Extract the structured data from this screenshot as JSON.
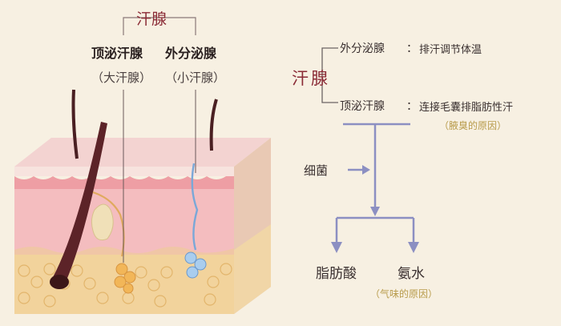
{
  "left_diagram": {
    "title": "汗腺",
    "apocrine": {
      "name": "顶泌汗腺",
      "alias": "（大汗腺）"
    },
    "eccrine": {
      "name": "外分泌腺",
      "alias": "（小汗腺）"
    }
  },
  "right_diagram": {
    "title": "汗腺",
    "branches": [
      {
        "name": "外分泌腺",
        "colon": "：",
        "function": "排汗调节体温"
      },
      {
        "name": "顶泌汗腺",
        "colon": "：",
        "function": "连接毛囊排脂肪性汗",
        "note": "（腋臭的原因）"
      }
    ],
    "input": "细菌",
    "outputs": [
      "脂肪酸",
      "氨水"
    ],
    "outputs_note": "（气味的原因）"
  },
  "colors": {
    "title": "#8a2a35",
    "flow_lines": "#8c8fc2",
    "note": "#b89b4b",
    "background": "#f7f0e2"
  }
}
